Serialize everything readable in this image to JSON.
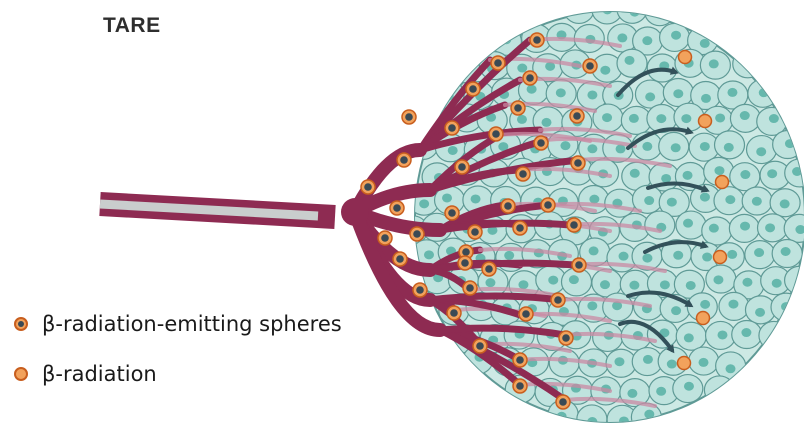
{
  "title": "TARE",
  "legend": [
    {
      "label": "β-radiation-emitting spheres",
      "icon": "sphere-icon"
    },
    {
      "label": "β-radiation",
      "icon": "radiation-dot-icon"
    }
  ],
  "colors": {
    "vessel": "#8e2b52",
    "vessel_light": "#c98aa3",
    "catheter": "#c9cdcd",
    "tissue_cell": "#bfe3de",
    "tissue_border": "#5f9a96",
    "nucleus": "#66b8ad",
    "sphere_fill": "#f2a25c",
    "sphere_ring": "#c85e1e",
    "sphere_core": "#3b4a55",
    "arrow": "#33515a"
  }
}
